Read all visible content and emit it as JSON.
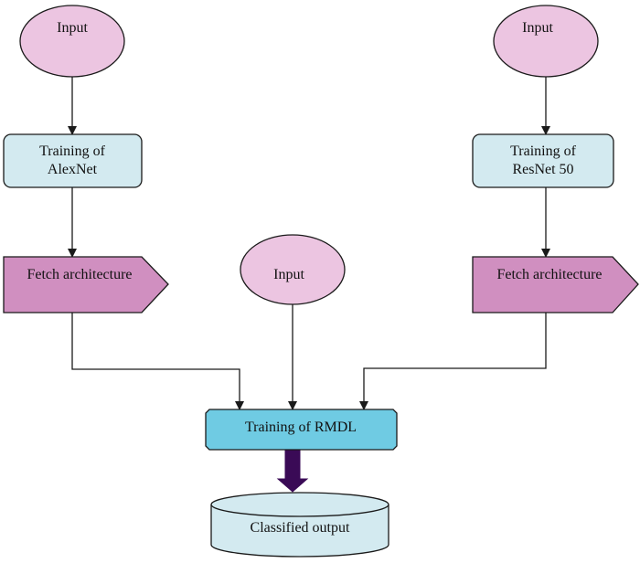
{
  "nodes": {
    "input_left": {
      "label": "Input"
    },
    "input_right": {
      "label": "Input"
    },
    "input_center": {
      "label": "Input"
    },
    "training_alexnet": {
      "line1": "Training of",
      "line2": "AlexNet"
    },
    "training_resnet": {
      "line1": "Training of",
      "line2": "ResNet 50"
    },
    "fetch_left": {
      "label": "Fetch architecture"
    },
    "fetch_right": {
      "label": "Fetch architecture"
    },
    "training_rmdl": {
      "label": "Training of RMDL"
    },
    "classified_output": {
      "label": "Classified output"
    }
  },
  "colors": {
    "input_fill": "#ecc5e1",
    "training_fill": "#d3eaf0",
    "fetch_fill": "#d08fc0",
    "rmdl_fill": "#6fcbe3",
    "output_fill": "#d3eaf0",
    "big_arrow": "#3a0a56",
    "stroke": "#1a1a1a"
  }
}
